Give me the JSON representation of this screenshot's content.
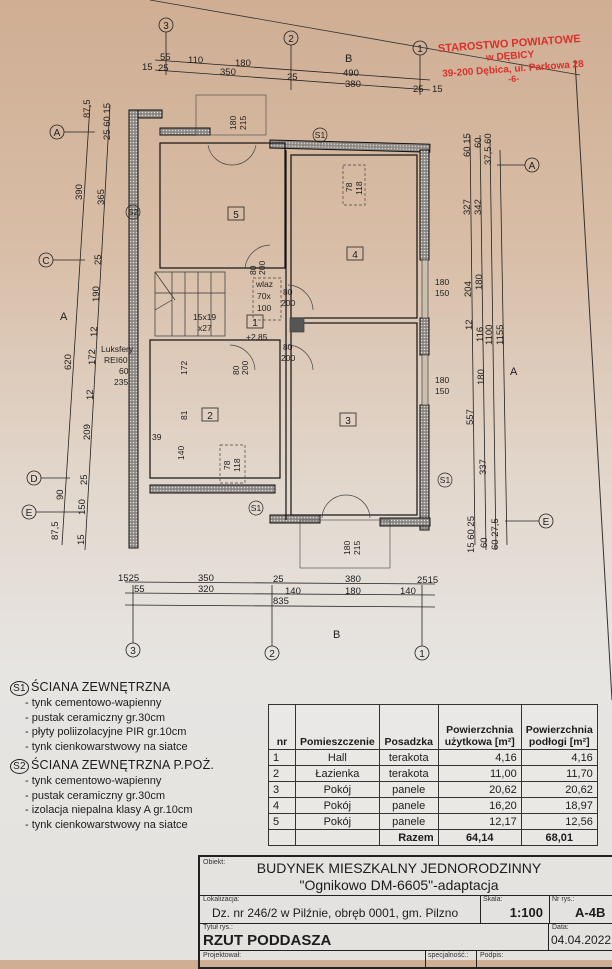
{
  "stamp": {
    "line1": "STAROSTWO POWIATOWE",
    "line2": "w DĘBICY",
    "line3": "39-200 Dębica, ul. Parkowa 28",
    "line4": "-6-"
  },
  "axes": {
    "a3": "3",
    "a2": "2",
    "a1": "1",
    "A": "A",
    "C": "C",
    "D": "D",
    "E": "E",
    "sectionB": "B",
    "sectionA": "A"
  },
  "dims": {
    "top": {
      "r1": [
        "55",
        "110",
        "180",
        "490"
      ],
      "r2": [
        "15",
        "25",
        "350",
        "25",
        "380",
        "25",
        "15"
      ]
    },
    "bottom": {
      "r1": [
        "1525",
        "350",
        "25",
        "380",
        "2515"
      ],
      "r2": [
        "55",
        "320",
        "140",
        "180",
        "140"
      ],
      "r3": "835"
    },
    "left": {
      "c1": [
        "87,5",
        "390",
        "620",
        "90",
        "87,5"
      ],
      "c2": [
        "25 60 15",
        "365",
        "25",
        "190",
        "12",
        "172",
        "12",
        "209",
        "25",
        "150",
        "15"
      ]
    },
    "right": {
      "c1": [
        "60 15",
        "327",
        "204",
        "12",
        "557",
        "15 60 25"
      ],
      "c2": [
        "60",
        "342",
        "180",
        "116",
        "180",
        "337",
        "60"
      ],
      "c3": [
        "37,5 60",
        "1100",
        "60 27,5"
      ],
      "c4": "1155"
    }
  },
  "plan": {
    "rooms": [
      "1",
      "2",
      "3",
      "4",
      "5"
    ],
    "wall_tags": {
      "s1": "S1",
      "s2": "S2"
    },
    "top_door": {
      "w": "180",
      "h": "215"
    },
    "bottom_door": {
      "w": "180",
      "h": "215"
    },
    "window1": {
      "w": "180",
      "h": "150"
    },
    "window2": {
      "w": "180",
      "h": "150"
    },
    "roof_window4": {
      "w": "78",
      "h": "118"
    },
    "roof_window2": {
      "w": "78",
      "h": "118"
    },
    "door_d3": {
      "w": "80",
      "h": "200"
    },
    "door_d1": {
      "w": "80",
      "h": "200"
    },
    "door_d2": {
      "w": "80",
      "h": "200"
    },
    "door_d0": {
      "w": "80",
      "h": "200"
    },
    "hatch": {
      "l1": "wlaz",
      "l2": "70x",
      "l3": "100"
    },
    "stairs": {
      "l1": "15x19",
      "l2": "x27"
    },
    "level": "+2,85",
    "glass_blocks": {
      "l1": "Luksfery",
      "l2": "REI60",
      "l3": "60",
      "l4": "235"
    },
    "bath_dims": [
      "172",
      "81",
      "140"
    ],
    "bath_39": "39"
  },
  "legend": {
    "s1": {
      "tag": "S1",
      "title": "ŚCIANA ZEWNĘTRZNA",
      "items": [
        "- tynk cementowo-wapienny",
        "- pustak ceramiczny gr.30cm",
        "- płyty poliizolacyjne PIR gr.10cm",
        "- tynk cienkowarstwowy na siatce"
      ]
    },
    "s2": {
      "tag": "S2",
      "title": "ŚCIANA ZEWNĘTRZNA P.POŻ.",
      "items": [
        "- tynk cementowo-wapienny",
        "- pustak ceramiczny gr.30cm",
        "- izolacja niepalna klasy A gr.10cm",
        "- tynk cienkowarstwowy na siatce"
      ]
    }
  },
  "room_table": {
    "headers": [
      "nr",
      "Pomieszczenie",
      "Posadzka",
      "Powierzchnia użytkowa [m²]",
      "Powierzchnia podłogi [m²]"
    ],
    "rows": [
      [
        "1",
        "Hall",
        "terakota",
        "4,16",
        "4,16"
      ],
      [
        "2",
        "Łazienka",
        "terakota",
        "11,00",
        "11,70"
      ],
      [
        "3",
        "Pokój",
        "panele",
        "20,62",
        "20,62"
      ],
      [
        "4",
        "Pokój",
        "panele",
        "16,20",
        "18,97"
      ],
      [
        "5",
        "Pokój",
        "panele",
        "12,17",
        "12,56"
      ]
    ],
    "total_label": "Razem",
    "total_usable": "64,14",
    "total_floor": "68,01"
  },
  "title_block": {
    "obiekt_label": "Obiekt:",
    "obiekt_l1": "BUDYNEK MIESZKALNY JEDNORODZINNY",
    "obiekt_l2": "\"Ognikowo DM-6605\"-adaptacja",
    "lokalizacja_label": "Lokalizacja:",
    "lokalizacja": "Dz. nr 246/2 w Pilźnie, obręb 0001, gm. Pilzno",
    "skala_label": "Skala:",
    "skala": "1:100",
    "nr_label": "Nr rys.:",
    "nr": "A-4B",
    "tytul_label": "Tytuł rys.:",
    "tytul": "RZUT PODDASZA",
    "data_label": "Data:",
    "data": "04.04.2022",
    "projektowal_label": "Projektował:",
    "specjalnosc_label": "specjalność.:",
    "podpis_label": "Podpis:"
  }
}
